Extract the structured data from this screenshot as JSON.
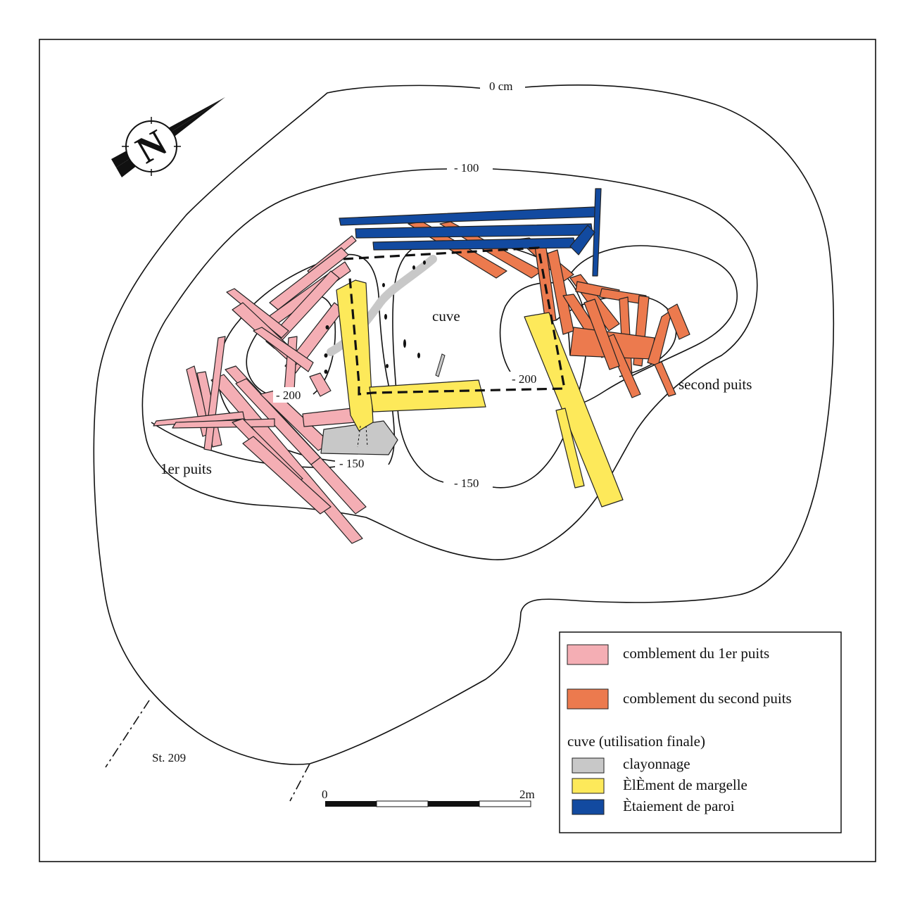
{
  "colors": {
    "pink": "#f4aeb4",
    "orange": "#ec7a4e",
    "grey": "#c8c8c8",
    "yellow": "#fde95a",
    "blue": "#124aa0",
    "line": "#111111"
  },
  "compass": {
    "letter": "N",
    "icon": "north-arrow-icon"
  },
  "contours": {
    "c0": "0 cm",
    "c100": "- 100",
    "c150a": "- 150",
    "c150b": "- 150",
    "c200a": "- 200",
    "c200b": "- 200"
  },
  "labels": {
    "cuve": "cuve",
    "puits1": "1er puits",
    "puits2": "second puits",
    "structure": "St. 209"
  },
  "scale": {
    "start": "0",
    "end": "2m"
  },
  "legend": {
    "items": [
      {
        "key": "pink",
        "label": "comblement du 1er puits"
      },
      {
        "key": "orange",
        "label": "comblement du second puits"
      }
    ],
    "subtitle": "cuve (utilisation finale)",
    "subitems": [
      {
        "key": "grey",
        "label": "clayonnage"
      },
      {
        "key": "yellow",
        "label": "ÈlÈment de margelle"
      },
      {
        "key": "blue",
        "label": "Ètaiement de paroi"
      }
    ]
  }
}
